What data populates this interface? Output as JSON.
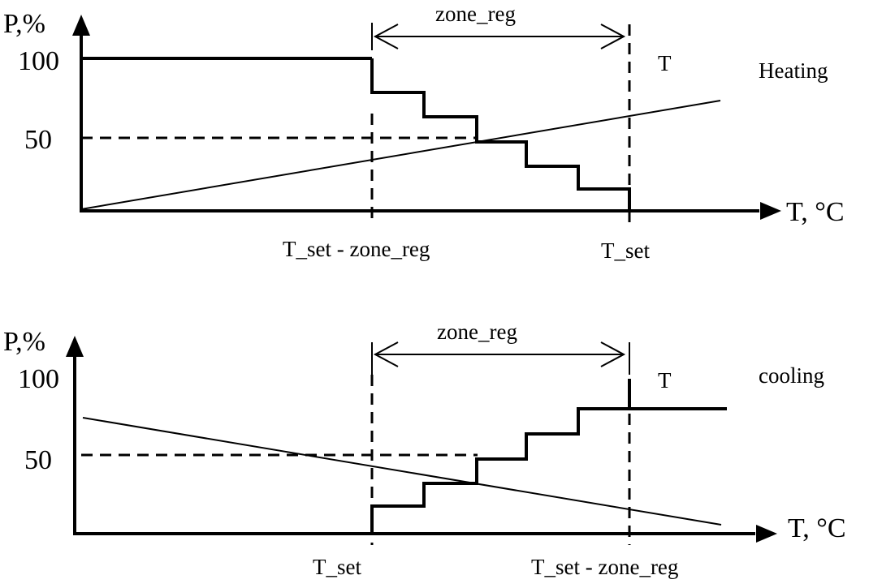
{
  "heating": {
    "y_axis_label": "P,%",
    "x_axis_label": "T, °C",
    "tick_100": "100",
    "tick_50": "50",
    "zone_label": "zone_reg",
    "t_marker": "T",
    "mode_label": "Heating",
    "left_boundary_label": "T_set - zone_reg",
    "right_boundary_label": "T_set"
  },
  "cooling": {
    "y_axis_label": "P,%",
    "x_axis_label": "T, °C",
    "tick_100": "100",
    "tick_50": "50",
    "zone_label": "zone_reg",
    "t_marker": "T",
    "mode_label": "cooling",
    "left_boundary_label": "T_set",
    "right_boundary_label": "T_set - zone_reg"
  }
}
